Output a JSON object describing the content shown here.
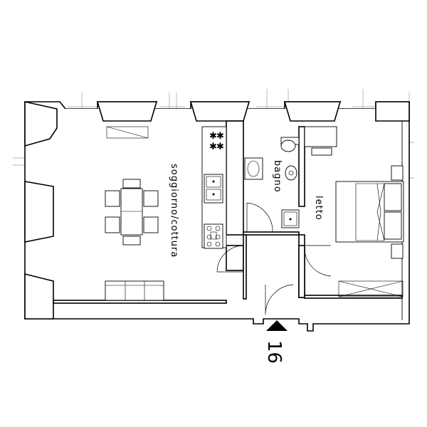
{
  "rooms": {
    "living": "soggiorno/cottura",
    "bath": "bagno",
    "bed": "letto"
  },
  "unit_number": "16",
  "icons": {
    "entrance": "entrance-arrow-icon",
    "stove": "stove-burners-icon",
    "sink": "kitchen-sink-icon"
  }
}
